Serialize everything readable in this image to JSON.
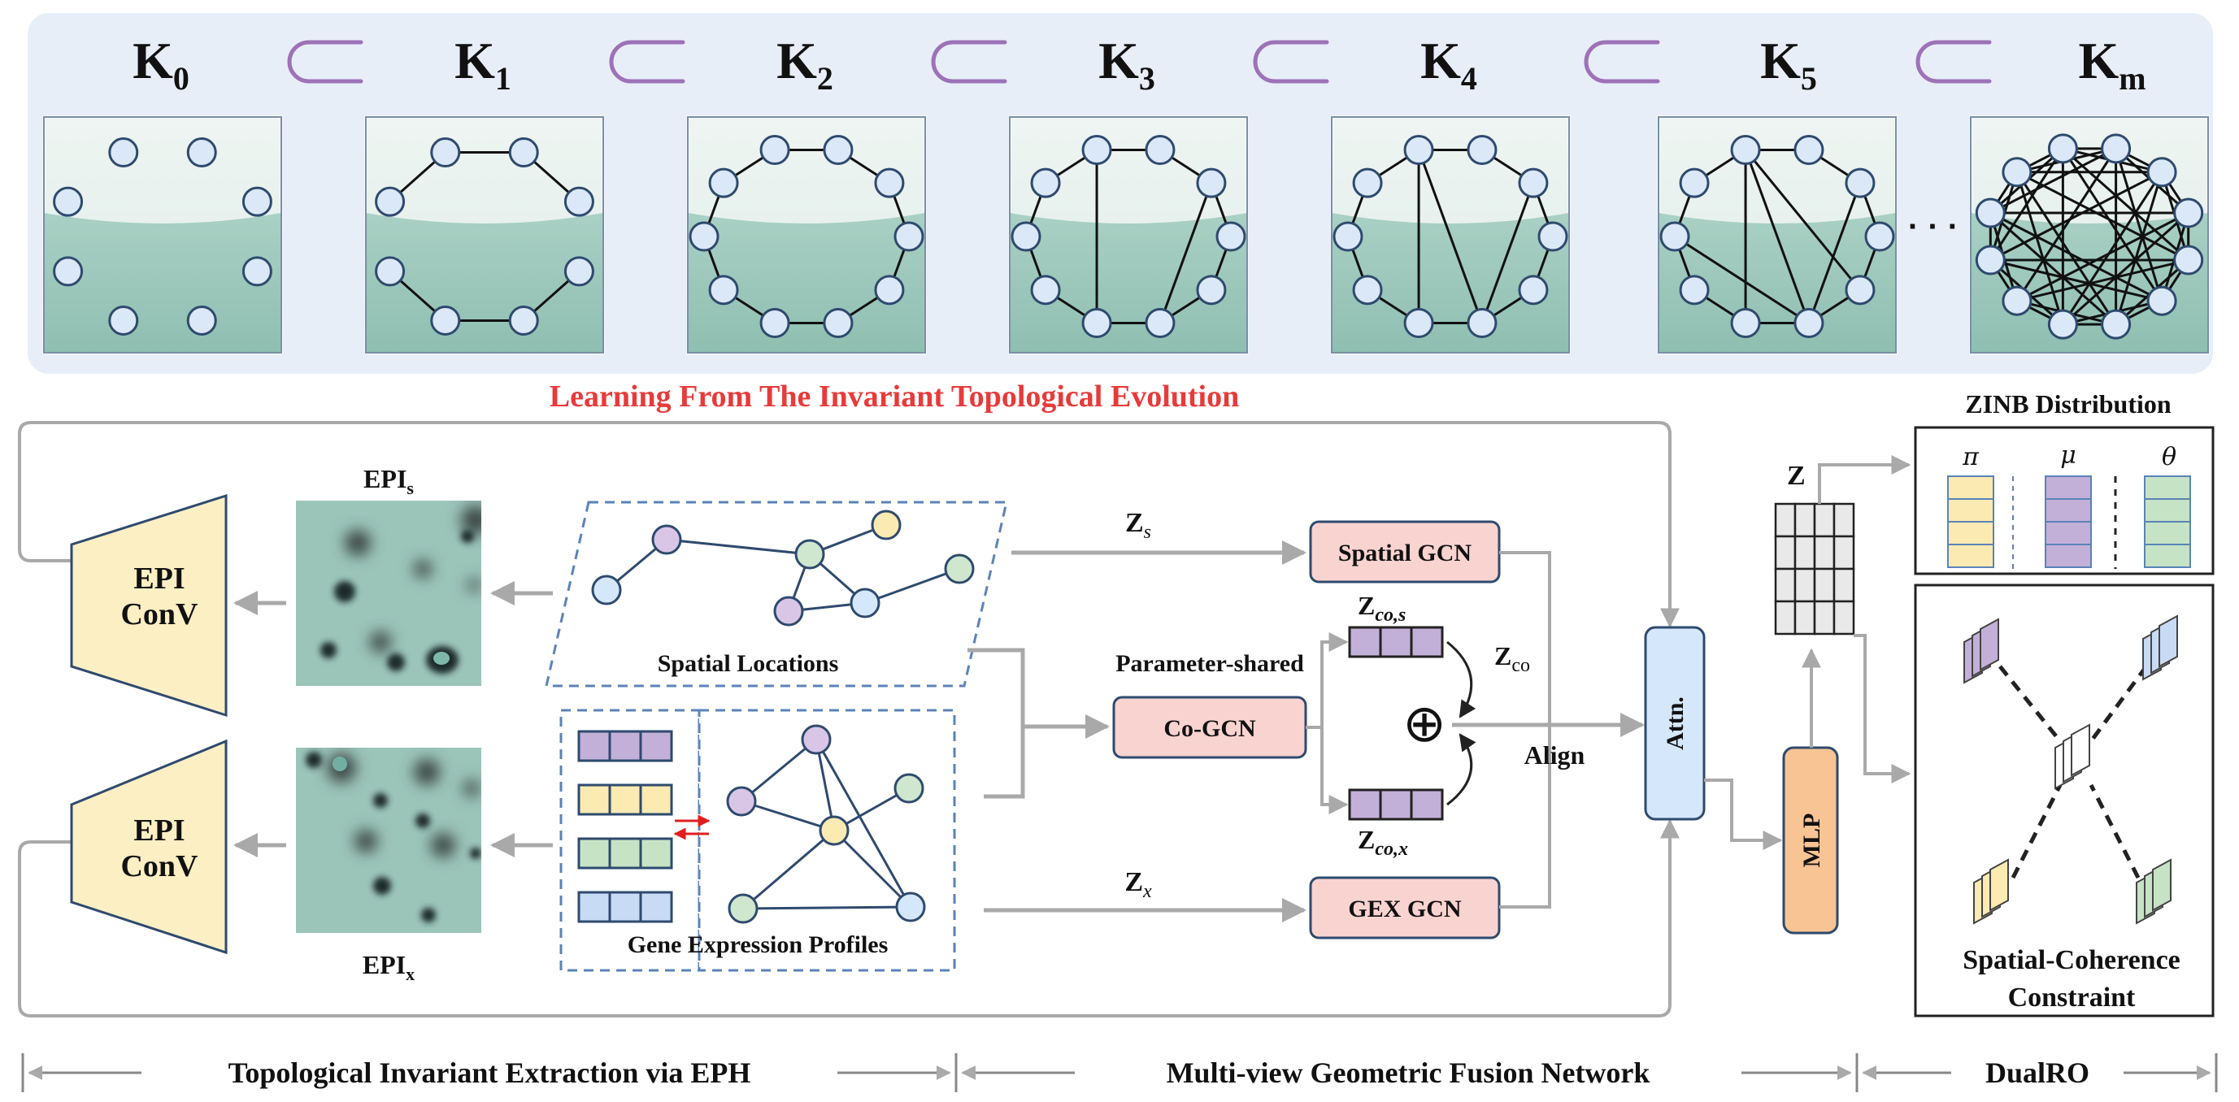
{
  "filtration": {
    "stages": [
      {
        "name": "K",
        "sub": "0"
      },
      {
        "name": "K",
        "sub": "1"
      },
      {
        "name": "K",
        "sub": "2"
      },
      {
        "name": "K",
        "sub": "3"
      },
      {
        "name": "K",
        "sub": "4"
      },
      {
        "name": "K",
        "sub": "5"
      },
      {
        "name": "K",
        "sub": "m"
      }
    ],
    "ellipsis": "· · ·",
    "caption": "Learning From The Invariant Topological Evolution"
  },
  "eph": {
    "conv_top": {
      "line1": "EPI",
      "line2": "ConV"
    },
    "conv_bottom": {
      "line1": "EPI",
      "line2": "ConV"
    },
    "epi_s": {
      "base": "EPI",
      "sub": "s"
    },
    "epi_x": {
      "base": "EPI",
      "sub": "x"
    },
    "spatial_locations": "Spatial Locations",
    "gene_expression_profiles": "Gene Expression Profiles"
  },
  "fusion": {
    "z_s": {
      "base": "Z",
      "sub": "s"
    },
    "z_x": {
      "base": "Z",
      "sub": "x"
    },
    "spatial_gcn": "Spatial GCN",
    "gex_gcn": "GEX GCN",
    "co_gcn": "Co-GCN",
    "parameter_shared": "Parameter-shared",
    "z_co_s": {
      "base": "Z",
      "sub": "co,s"
    },
    "z_co_x": {
      "base": "Z",
      "sub": "co,x"
    },
    "z_co": {
      "base": "Z",
      "sub": "co"
    },
    "oplus": "⊕",
    "align": "Align",
    "attn": "Attn."
  },
  "dualro": {
    "z": "Z",
    "mlp": "MLP",
    "zinb_title": "ZINB Distribution",
    "pi": "π",
    "mu": "μ",
    "theta": "θ",
    "constraint_line1": "Spatial-Coherence",
    "constraint_line2": "Constraint"
  },
  "sections": {
    "left": "Topological Invariant Extraction via EPH",
    "middle": "Multi-view Geometric Fusion Network",
    "right": "DualRO"
  },
  "colors": {
    "node_fill": "#dbe8f8",
    "node_stroke": "#2e4a6e",
    "water": "#9dc8bb",
    "conv_fill": "#fcefc3",
    "gcn_fill": "#f9d3d0",
    "attn_fill": "#d5e8fb",
    "mlp_fill": "#f9c493",
    "arrow_gray": "#a9a9a9",
    "red_caption": "#e83a3a",
    "purple_subset": "#9d72b8",
    "cell_purple": "#c3b0d8",
    "cell_yellow": "#fbeab1",
    "cell_green": "#c6e3c5",
    "cell_blue": "#c8dbf4"
  }
}
